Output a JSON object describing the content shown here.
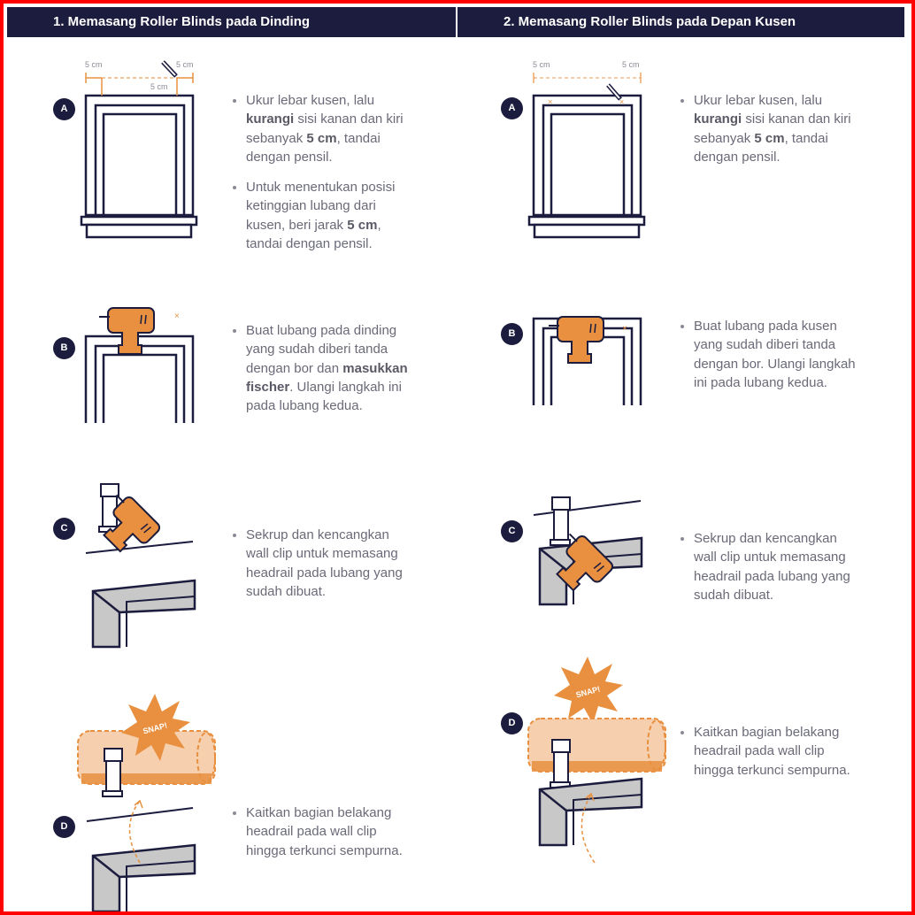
{
  "headers": [
    "1. Memasang Roller Blinds pada Dinding",
    "2. Memasang Roller Blinds pada Depan Kusen"
  ],
  "measure_label": "5 cm",
  "snap_label": "SNAP!",
  "colors": {
    "navy": "#1c1c3e",
    "orange": "#e8903f",
    "peach": "#f6cfae",
    "gray": "#c8c8c8",
    "text": "#6a6a78"
  },
  "left": {
    "A": {
      "badge": "A",
      "bullets": [
        [
          {
            "t": "Ukur lebar kusen, lalu "
          },
          {
            "t": "kurangi",
            "b": true
          },
          {
            "t": " sisi kanan dan kiri sebanyak "
          },
          {
            "t": "5 cm",
            "b": true
          },
          {
            "t": ", tandai dengan pensil."
          }
        ],
        [
          {
            "t": "Untuk menentukan posisi ketinggian  lubang dari kusen, beri jarak "
          },
          {
            "t": "5 cm",
            "b": true
          },
          {
            "t": ", tandai dengan pensil."
          }
        ]
      ]
    },
    "B": {
      "badge": "B",
      "bullets": [
        [
          {
            "t": "Buat lubang pada dinding yang sudah diberi tanda dengan bor dan "
          },
          {
            "t": "masukkan fischer",
            "b": true
          },
          {
            "t": ". Ulangi langkah ini pada lubang kedua."
          }
        ]
      ]
    },
    "C": {
      "badge": "C",
      "bullets": [
        [
          {
            "t": "Sekrup dan kencangkan wall clip untuk memasang headrail pada lubang yang sudah dibuat."
          }
        ]
      ]
    },
    "D": {
      "badge": "D",
      "bullets": [
        [
          {
            "t": "Kaitkan bagian belakang headrail pada wall clip hingga terkunci sempurna."
          }
        ]
      ]
    }
  },
  "right": {
    "A": {
      "badge": "A",
      "bullets": [
        [
          {
            "t": "Ukur lebar kusen, lalu "
          },
          {
            "t": "kurangi",
            "b": true
          },
          {
            "t": " sisi kanan dan kiri sebanyak "
          },
          {
            "t": "5 cm",
            "b": true
          },
          {
            "t": ", tandai dengan pensil."
          }
        ]
      ]
    },
    "B": {
      "badge": "B",
      "bullets": [
        [
          {
            "t": "Buat lubang pada kusen yang sudah diberi tanda dengan bor. Ulangi langkah ini pada lubang kedua."
          }
        ]
      ]
    },
    "C": {
      "badge": "C",
      "bullets": [
        [
          {
            "t": "Sekrup dan kencangkan wall clip untuk memasang headrail pada lubang yang sudah dibuat."
          }
        ]
      ]
    },
    "D": {
      "badge": "D",
      "bullets": [
        [
          {
            "t": "Kaitkan bagian belakang headrail pada wall clip hingga terkunci sempurna."
          }
        ]
      ]
    }
  }
}
